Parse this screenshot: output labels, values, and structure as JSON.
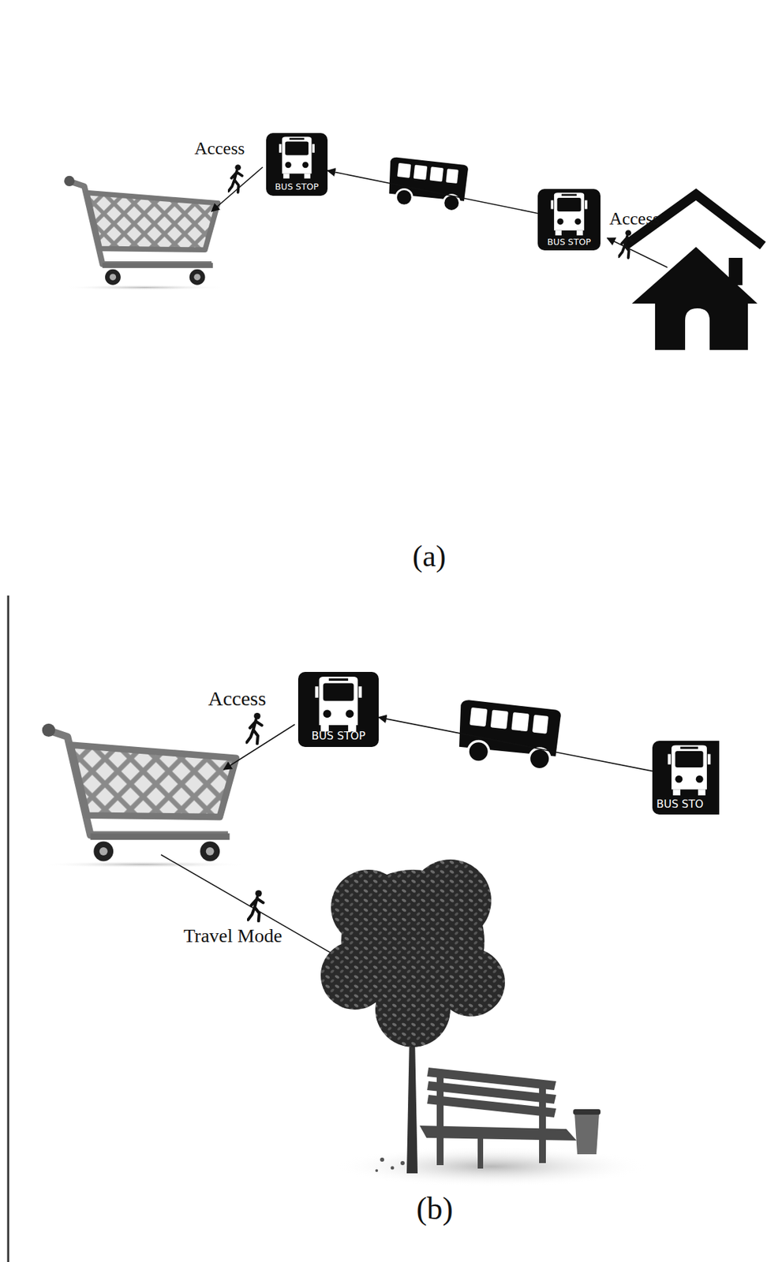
{
  "diagram": {
    "nodes": [
      {
        "text": [
          "BUS STOP"
        ]
      },
      {
        "text": [
          "BUS STOP"
        ]
      },
      {
        "text": [
          "BUS STOP"
        ]
      },
      {
        "text": [
          "BUS STO"
        ]
      }
    ],
    "edges": [
      {
        "from": 1,
        "to": 0,
        "arrow": "to"
      },
      {
        "from": 3,
        "to": 2,
        "arrow": "to"
      }
    ],
    "labels": [
      "Access",
      "Access",
      "(a)",
      "Access",
      "Travel Mode",
      "(b)"
    ]
  }
}
